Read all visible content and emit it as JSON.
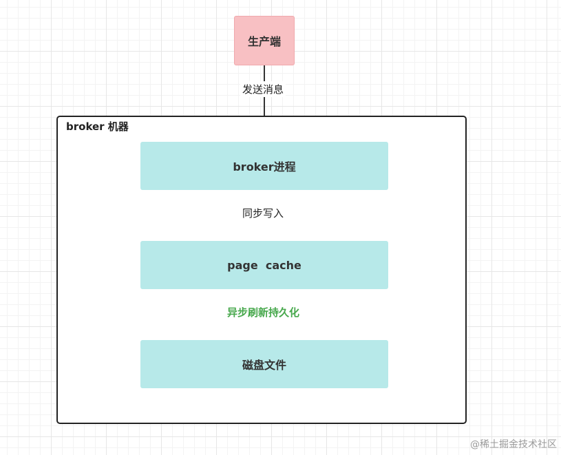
{
  "nodes": {
    "producer": "生产端",
    "broker_machine": "broker 机器",
    "broker_process": "broker进程",
    "page_cache": "page  cache",
    "disk_file": "磁盘文件"
  },
  "edges": {
    "send_message": "发送消息",
    "sync_write": "同步写入",
    "async_flush": "异步刷新持久化"
  },
  "colors": {
    "producer_fill": "#f8c0c3",
    "process_fill": "#b7e9e9",
    "async_edge": "#47a84c",
    "sync_edge": "#333333"
  },
  "watermark": "@稀土掘金技术社区"
}
